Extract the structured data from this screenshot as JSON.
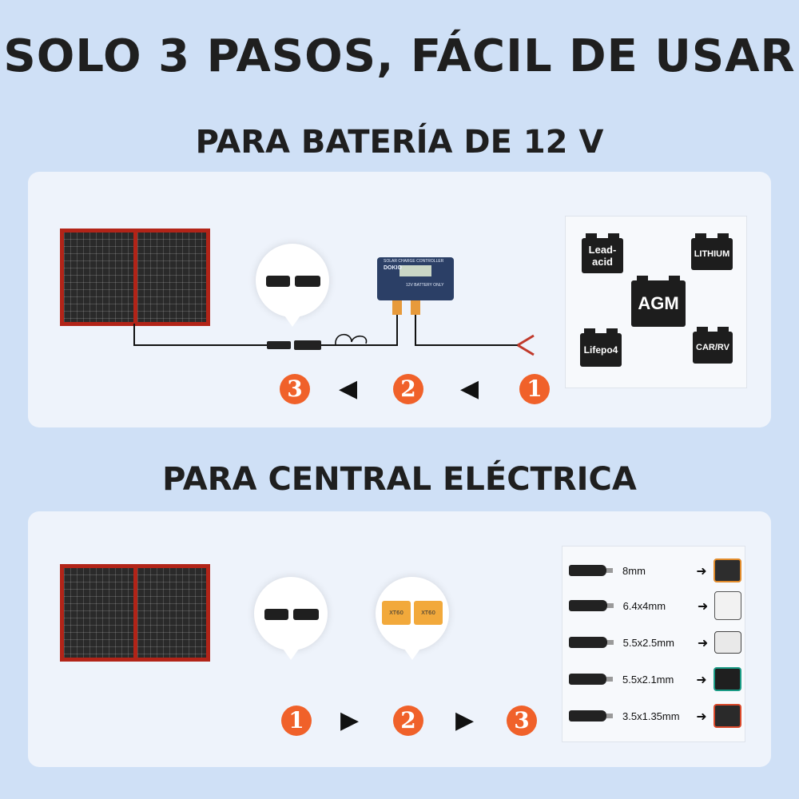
{
  "header": {
    "title": "SOLO 3 PASOS, FÁCIL DE USAR"
  },
  "section_battery": {
    "title": "PARA BATERÍA DE 12 V",
    "controller": {
      "top_text": "SOLAR CHARGE CONTROLLER",
      "brand": "DOKIO",
      "bottom_text": "12V BATTERY ONLY"
    },
    "steps": [
      "3",
      "2",
      "1"
    ],
    "batteries": [
      "Lead-acid",
      "LITHIUM",
      "AGM",
      "Lifepo4",
      "CAR/RV"
    ]
  },
  "section_station": {
    "title": "PARA CENTRAL ELÉCTRICA",
    "connector_labels": [
      "XT60",
      "XT60"
    ],
    "steps": [
      "1",
      "2",
      "3"
    ],
    "adapters": [
      "8mm",
      "6.4x4mm",
      "5.5x2.5mm",
      "5.5x2.1mm",
      "3.5x1.35mm"
    ]
  },
  "colors": {
    "background": "#cfe0f6",
    "step_orange": "#f0612a",
    "panel_frame": "#b22418",
    "xt60_yellow": "#f2a93b"
  }
}
